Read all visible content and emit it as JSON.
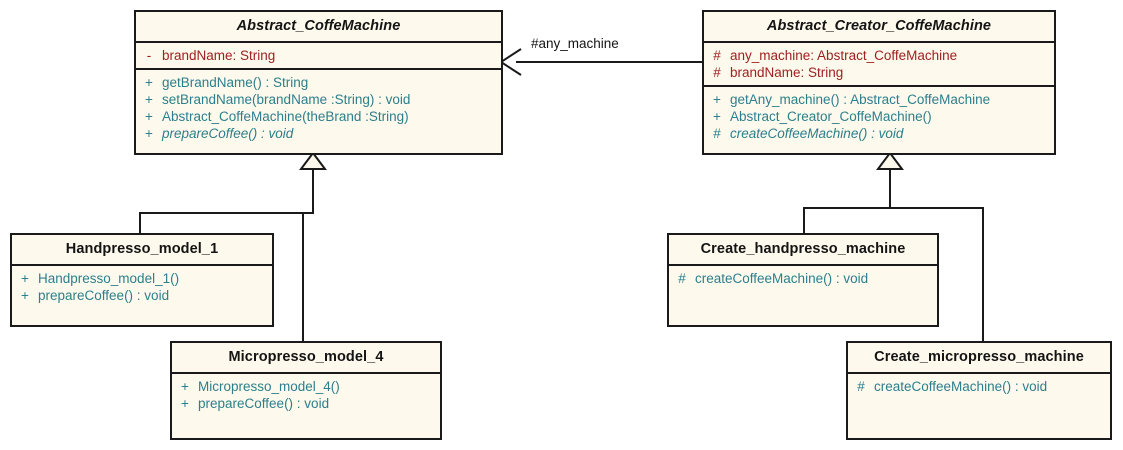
{
  "diagram": {
    "type": "uml-class-diagram",
    "colors": {
      "box_fill": "#fdf9ec",
      "box_border": "#1a1a1a",
      "attribute_text": "#9e2020",
      "operation_text": "#2c7f8c",
      "title_text": "#141414",
      "connector": "#1a1a1a",
      "background": "#ffffff"
    },
    "classes": [
      {
        "id": "abstract_coffemachine",
        "name": "Abstract_CoffeMachine",
        "abstract": true,
        "attributes": [
          {
            "visibility": "-",
            "signature": "brandName:  String"
          }
        ],
        "operations": [
          {
            "visibility": "+",
            "signature": "getBrandName() : String",
            "abstract": false
          },
          {
            "visibility": "+",
            "signature": "setBrandName(brandName :String) : void",
            "abstract": false
          },
          {
            "visibility": "+",
            "signature": "Abstract_CoffeMachine(theBrand :String)",
            "abstract": false
          },
          {
            "visibility": "+",
            "signature": "prepareCoffee() : void",
            "abstract": true
          }
        ]
      },
      {
        "id": "abstract_creator_coffemachine",
        "name": "Abstract_Creator_CoffeMachine",
        "abstract": true,
        "attributes": [
          {
            "visibility": "#",
            "signature": "any_machine:  Abstract_CoffeMachine"
          },
          {
            "visibility": "#",
            "signature": "brandName:  String"
          }
        ],
        "operations": [
          {
            "visibility": "+",
            "signature": "getAny_machine() : Abstract_CoffeMachine",
            "abstract": false
          },
          {
            "visibility": "+",
            "signature": "Abstract_Creator_CoffeMachine()",
            "abstract": false
          },
          {
            "visibility": "#",
            "signature": "createCoffeeMachine() : void",
            "abstract": true
          }
        ]
      },
      {
        "id": "handpresso_model_1",
        "name": "Handpresso_model_1",
        "abstract": false,
        "attributes": [],
        "operations": [
          {
            "visibility": "+",
            "signature": "Handpresso_model_1()",
            "abstract": false
          },
          {
            "visibility": "+",
            "signature": "prepareCoffee() : void",
            "abstract": false
          }
        ]
      },
      {
        "id": "micropresso_model_4",
        "name": "Micropresso_model_4",
        "abstract": false,
        "attributes": [],
        "operations": [
          {
            "visibility": "+",
            "signature": "Micropresso_model_4()",
            "abstract": false
          },
          {
            "visibility": "+",
            "signature": "prepareCoffee() : void",
            "abstract": false
          }
        ]
      },
      {
        "id": "create_handpresso_machine",
        "name": "Create_handpresso_machine",
        "abstract": false,
        "attributes": [],
        "operations": [
          {
            "visibility": "#",
            "signature": "createCoffeeMachine() : void",
            "abstract": false
          }
        ]
      },
      {
        "id": "create_micropresso_machine",
        "name": "Create_micropresso_machine",
        "abstract": false,
        "attributes": [],
        "operations": [
          {
            "visibility": "#",
            "signature": "createCoffeeMachine() : void",
            "abstract": false
          }
        ]
      }
    ],
    "relationships": [
      {
        "id": "assoc-any-machine",
        "kind": "association",
        "from": "abstract_creator_coffemachine",
        "to": "abstract_coffemachine",
        "label": "#any_machine"
      },
      {
        "id": "gen-handpresso",
        "kind": "generalization",
        "from": "handpresso_model_1",
        "to": "abstract_coffemachine",
        "label": ""
      },
      {
        "id": "gen-micropresso",
        "kind": "generalization",
        "from": "micropresso_model_4",
        "to": "abstract_coffemachine",
        "label": ""
      },
      {
        "id": "gen-create-handpresso",
        "kind": "generalization",
        "from": "create_handpresso_machine",
        "to": "abstract_creator_coffemachine",
        "label": ""
      },
      {
        "id": "gen-create-micropresso",
        "kind": "generalization",
        "from": "create_micropresso_machine",
        "to": "abstract_creator_coffemachine",
        "label": ""
      }
    ]
  }
}
